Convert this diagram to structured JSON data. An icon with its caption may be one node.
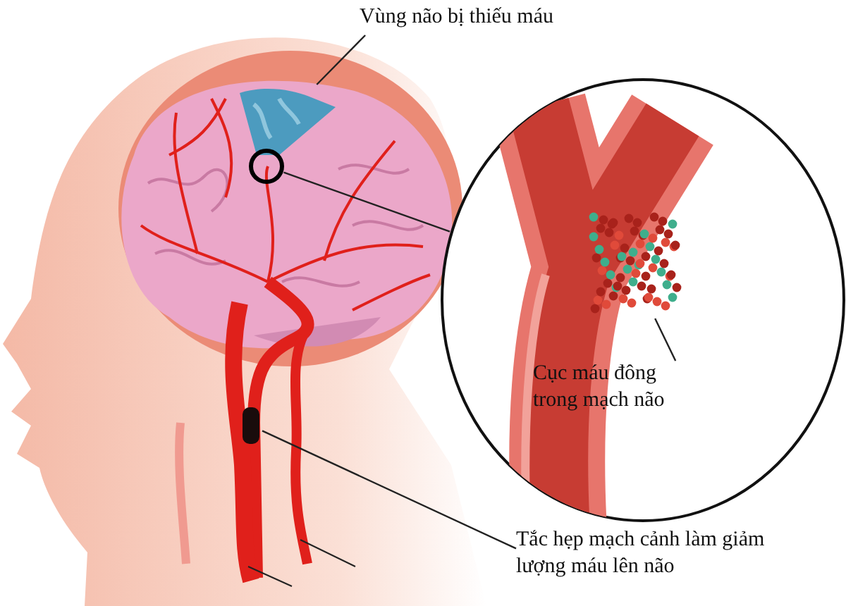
{
  "diagram": {
    "nodes": [
      {
        "text": [
          "Vùng não bị thiếu máu"
        ]
      },
      {
        "text": [],
        "shape": "picture"
      },
      {
        "text": [],
        "shape": "circle"
      },
      {
        "text": [],
        "shape": "circle"
      },
      {
        "text": [
          "Cục máu đông trong mạch não"
        ],
        "in": 3
      },
      {
        "text": [],
        "shape": "picture",
        "in": 3
      },
      {
        "text": [
          "Tắc hẹp mạch cảnh làm giảm lượng máu lên não"
        ]
      },
      {
        "text": [],
        "shape": "bar"
      }
    ],
    "edges": [
      {
        "from": 0,
        "to": 1,
        "arrow": "none"
      },
      {
        "from": 2,
        "to": 3,
        "arrow": "none"
      },
      {
        "from": 4,
        "to": 5,
        "arrow": "none"
      },
      {
        "from": 6,
        "to": 7,
        "arrow": "none"
      }
    ]
  }
}
